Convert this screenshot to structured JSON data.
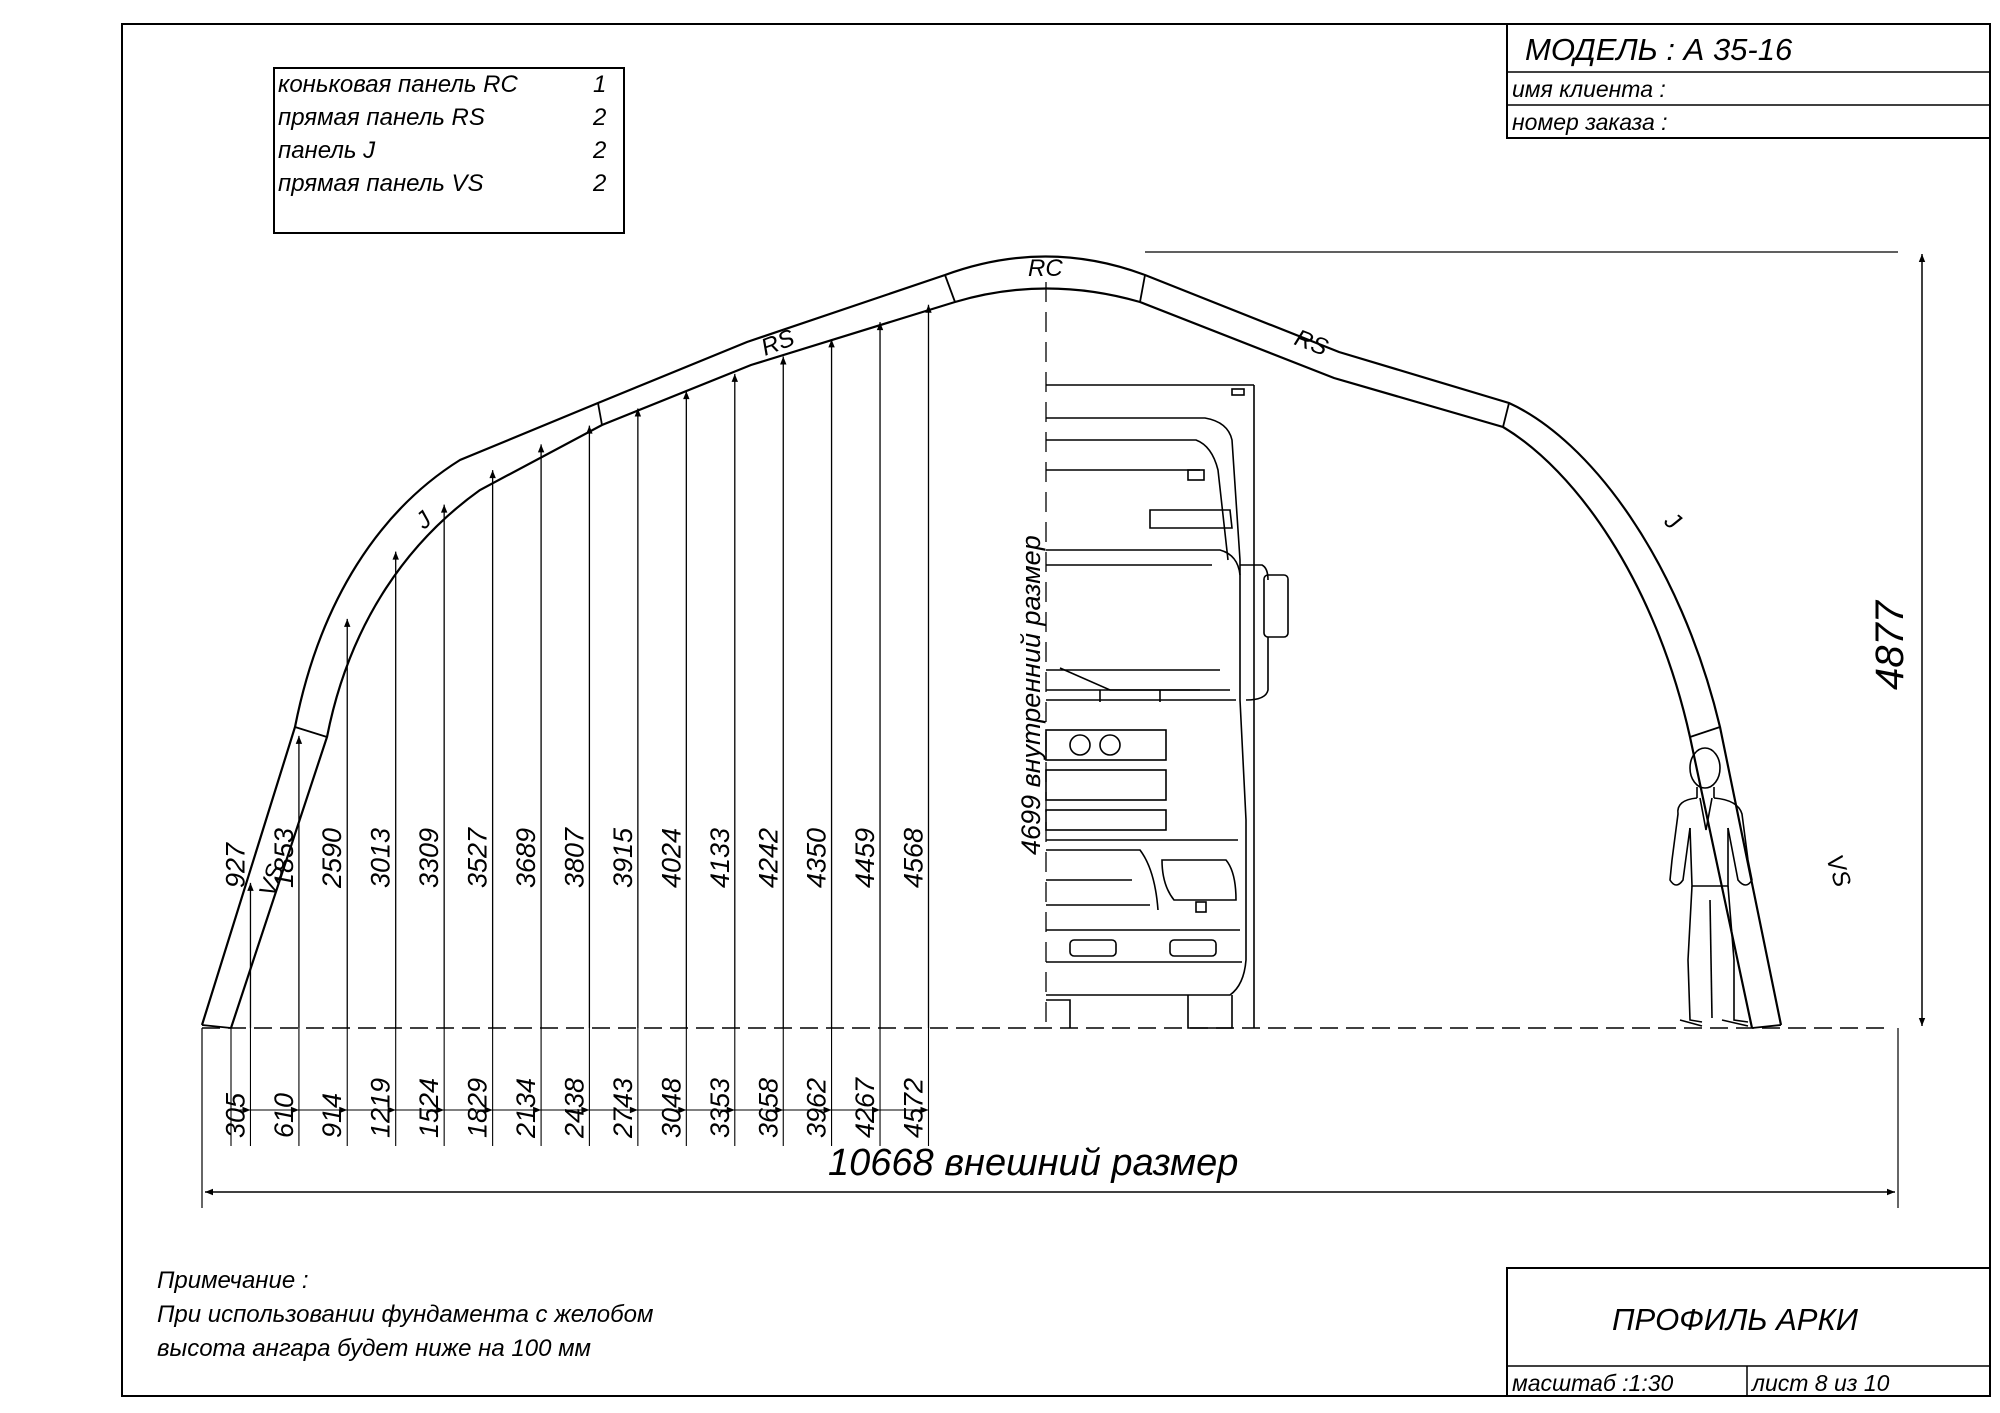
{
  "title_block": {
    "model": "МОДЕЛЬ : А 35-16",
    "client_label": "имя клиента :",
    "order_label": "номер заказа :",
    "drawing_title": "ПРОФИЛЬ АРКИ",
    "scale": "масштаб :1:30",
    "sheet": "лист  8  из  10"
  },
  "parts_list": [
    {
      "name": "коньковая панель  RC",
      "qty": "1"
    },
    {
      "name": "прямая панель  RS",
      "qty": "2"
    },
    {
      "name": "панель  J",
      "qty": "2"
    },
    {
      "name": "прямая панель  VS",
      "qty": "2"
    }
  ],
  "panel_labels": {
    "rc": "RC",
    "rs_left": "RS",
    "rs_right": "RS",
    "j_left": "J",
    "j_right": "J",
    "vs_left": "VS",
    "vs_right": "VS"
  },
  "dimensions": {
    "outer_width": "10668  внешний размер",
    "height": "4877",
    "inner_height": "4699  внутренний размер",
    "horizontal": [
      "305",
      "610",
      "914",
      "1219",
      "1524",
      "1829",
      "2134",
      "2438",
      "2743",
      "3048",
      "3353",
      "3658",
      "3962",
      "4267",
      "4572"
    ],
    "vertical": [
      "927",
      "1853",
      "2590",
      "3013",
      "3309",
      "3527",
      "3689",
      "3807",
      "3915",
      "4024",
      "4133",
      "4242",
      "4350",
      "4459",
      "4568"
    ]
  },
  "note": {
    "heading": "Примечание :",
    "line1": "При использовании фундамента с желобом",
    "line2": "высота ангара будет ниже на  100  мм"
  }
}
